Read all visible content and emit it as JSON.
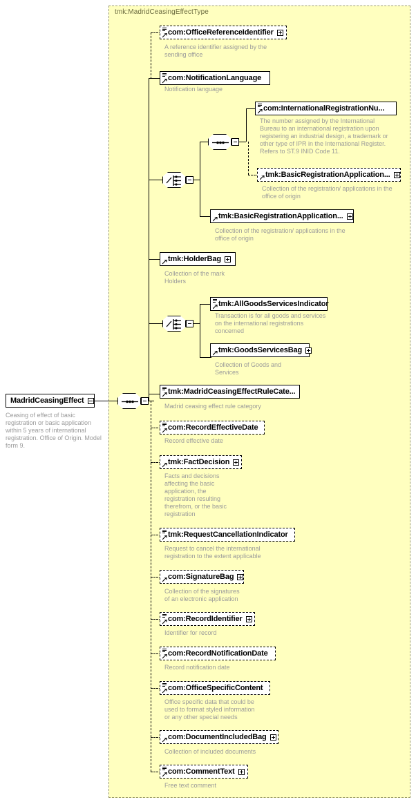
{
  "diagram": {
    "kind": "xsd-schema-diagram",
    "type_container_title": "tmk:MadridCeasingEffectType",
    "background_color": "#ffffbf",
    "annotation_color": "#9a9a9a",
    "root": {
      "label": "MadridCeasingEffect",
      "annotation": "Ceasing of effect of basic registration or basic application within 5 years of international registration. Office of Origin. Model form 9.",
      "expander": "minus"
    },
    "compositors": [
      {
        "id": "root-sequence",
        "kind": "sequence",
        "expander": "minus"
      },
      {
        "id": "choice-1",
        "kind": "choice",
        "expander": "minus"
      },
      {
        "id": "inner-sequence",
        "kind": "sequence",
        "expander": "minus"
      },
      {
        "id": "choice-2",
        "kind": "choice",
        "expander": "minus"
      }
    ],
    "nodes": [
      {
        "label": "com:OfficeReferenceIdentifier",
        "annotation": "A reference identifier assigned by the\nsending office",
        "optional": true,
        "simple": true,
        "expander": "plus"
      },
      {
        "label": "com:NotificationLanguage",
        "annotation": "Notification language",
        "optional": false,
        "simple": true,
        "expander": "none"
      },
      {
        "label": "com:InternationalRegistrationNu...",
        "annotation": "The number assigned by the International\nBureau to an international registration upon\nregistering an industrial design, a trademark or\nother type of IPR in the International Register.\nRefers to ST.9 INID Code 11.",
        "optional": false,
        "simple": true,
        "expander": "none"
      },
      {
        "label": "tmk:BasicRegistrationApplication...",
        "annotation": "Collection of the registration/ applications in the\noffice of origin",
        "optional": true,
        "simple": false,
        "expander": "plus"
      },
      {
        "label": "tmk:BasicRegistrationApplication...",
        "annotation": "Collection of the registration/ applications in the\noffice of origin",
        "optional": false,
        "simple": false,
        "expander": "plus"
      },
      {
        "label": "tmk:HolderBag",
        "annotation": "Collection of the mark\nHolders",
        "optional": false,
        "simple": false,
        "expander": "plus"
      },
      {
        "label": "tmk:AllGoodsServicesIndicator",
        "annotation": "Transaction is for all goods and services\non the international registrations\nconcerned",
        "optional": false,
        "simple": true,
        "expander": "none"
      },
      {
        "label": "tmk:GoodsServicesBag",
        "annotation": "Collection of Goods and\nServices",
        "optional": false,
        "simple": false,
        "expander": "plus"
      },
      {
        "label": "tmk:MadridCeasingEffectRuleCate...",
        "annotation": "Madrid ceasing effect rule category",
        "optional": false,
        "simple": true,
        "expander": "none"
      },
      {
        "label": "com:RecordEffectiveDate",
        "annotation": "Record effective date",
        "optional": true,
        "simple": true,
        "expander": "none"
      },
      {
        "label": "tmk:FactDecision",
        "annotation": "Facts and decisions\naffecting the basic\napplication, the\nregistration resulting\ntherefrom, or the basic\nregistration",
        "optional": true,
        "simple": false,
        "expander": "plus"
      },
      {
        "label": "tmk:RequestCancellationIndicator",
        "annotation": "Request to cancel the international\nregistration to the extent applicable",
        "optional": true,
        "simple": true,
        "expander": "none"
      },
      {
        "label": "com:SignatureBag",
        "annotation": "Collection of the signatures\nof an electronic application",
        "optional": true,
        "simple": false,
        "expander": "plus"
      },
      {
        "label": "com:RecordIdentifier",
        "annotation": "Identifier for record",
        "optional": true,
        "simple": true,
        "expander": "plus"
      },
      {
        "label": "com:RecordNotificationDate",
        "annotation": "Record notification date",
        "optional": true,
        "simple": true,
        "expander": "none"
      },
      {
        "label": "com:OfficeSpecificContent",
        "annotation": "Office specific data that could be\nused to format styled information\nor any other special needs",
        "optional": true,
        "simple": true,
        "expander": "none"
      },
      {
        "label": "com:DocumentIncludedBag",
        "annotation": "Collection of included documents",
        "optional": true,
        "simple": false,
        "expander": "plus"
      },
      {
        "label": "com:CommentText",
        "annotation": "Free text comment",
        "optional": true,
        "simple": true,
        "expander": "plus"
      }
    ]
  }
}
